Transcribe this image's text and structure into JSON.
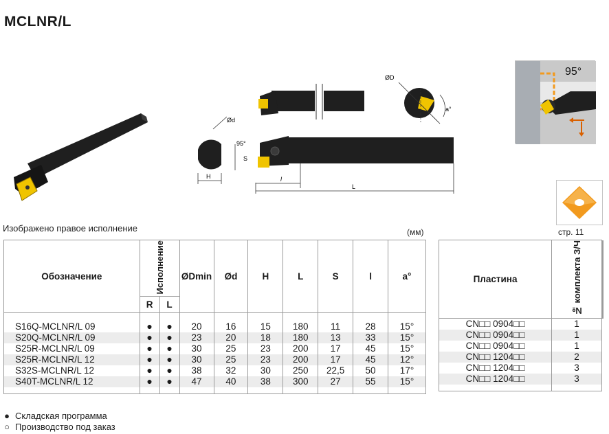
{
  "title": "MCLNR/L",
  "caption": "Изображено правое исполнение",
  "units": "(мм)",
  "inset_angle": "95°",
  "page_ref": "стр. 11",
  "drawing_labels": {
    "od_small": "Ød",
    "od_large": "ØD",
    "h": "H",
    "s": "S",
    "l_small": "l",
    "l_large": "L",
    "angle_95": "95°",
    "alpha": "a°"
  },
  "main_table": {
    "headers": {
      "designation": "Обозначение",
      "execution": "Исполнение",
      "r": "R",
      "l": "L",
      "dmin": "ØDmin",
      "d": "Ød",
      "h": "H",
      "big_l": "L",
      "s": "S",
      "small_l": "l",
      "alpha": "a°"
    },
    "rows": [
      {
        "code": "S16Q-MCLNR/L 09",
        "r": "●",
        "l": "●",
        "dmin": "20",
        "d": "16",
        "h": "15",
        "big_l": "180",
        "s": "11",
        "small_l": "28",
        "alpha": "15°"
      },
      {
        "code": "S20Q-MCLNR/L 09",
        "r": "●",
        "l": "●",
        "dmin": "23",
        "d": "20",
        "h": "18",
        "big_l": "180",
        "s": "13",
        "small_l": "33",
        "alpha": "15°"
      },
      {
        "code": "S25R-MCLNR/L 09",
        "r": "●",
        "l": "●",
        "dmin": "30",
        "d": "25",
        "h": "23",
        "big_l": "200",
        "s": "17",
        "small_l": "45",
        "alpha": "15°"
      },
      {
        "code": "S25R-MCLNR/L 12",
        "r": "●",
        "l": "●",
        "dmin": "30",
        "d": "25",
        "h": "23",
        "big_l": "200",
        "s": "17",
        "small_l": "45",
        "alpha": "12°"
      },
      {
        "code": "S32S-MCLNR/L 12",
        "r": "●",
        "l": "●",
        "dmin": "38",
        "d": "32",
        "h": "30",
        "big_l": "250",
        "s": "22,5",
        "small_l": "50",
        "alpha": "17°"
      },
      {
        "code": "S40T-MCLNR/L 12",
        "r": "●",
        "l": "●",
        "dmin": "47",
        "d": "40",
        "h": "38",
        "big_l": "300",
        "s": "27",
        "small_l": "55",
        "alpha": "15°"
      }
    ]
  },
  "side_table": {
    "headers": {
      "insert": "Пластина",
      "qty": "№ комплекта З/Ч"
    },
    "rows": [
      {
        "insert": "CN□□ 0904□□",
        "qty": "1"
      },
      {
        "insert": "CN□□ 0904□□",
        "qty": "1"
      },
      {
        "insert": "CN□□ 0904□□",
        "qty": "1"
      },
      {
        "insert": "CN□□ 1204□□",
        "qty": "2"
      },
      {
        "insert": "CN□□ 1204□□",
        "qty": "3"
      },
      {
        "insert": "CN□□ 1204□□",
        "qty": "3"
      }
    ]
  },
  "legend": [
    {
      "symbol": "●",
      "text": "Складская программа"
    },
    {
      "symbol": "○",
      "text": "Производство под заказ"
    }
  ],
  "colors": {
    "tool_body": "#1f1f1f",
    "insert_yellow": "#f0c400",
    "insert_orange": "#f29a1e",
    "row_shade": "#ececec",
    "grid": "#9a9a9a"
  }
}
